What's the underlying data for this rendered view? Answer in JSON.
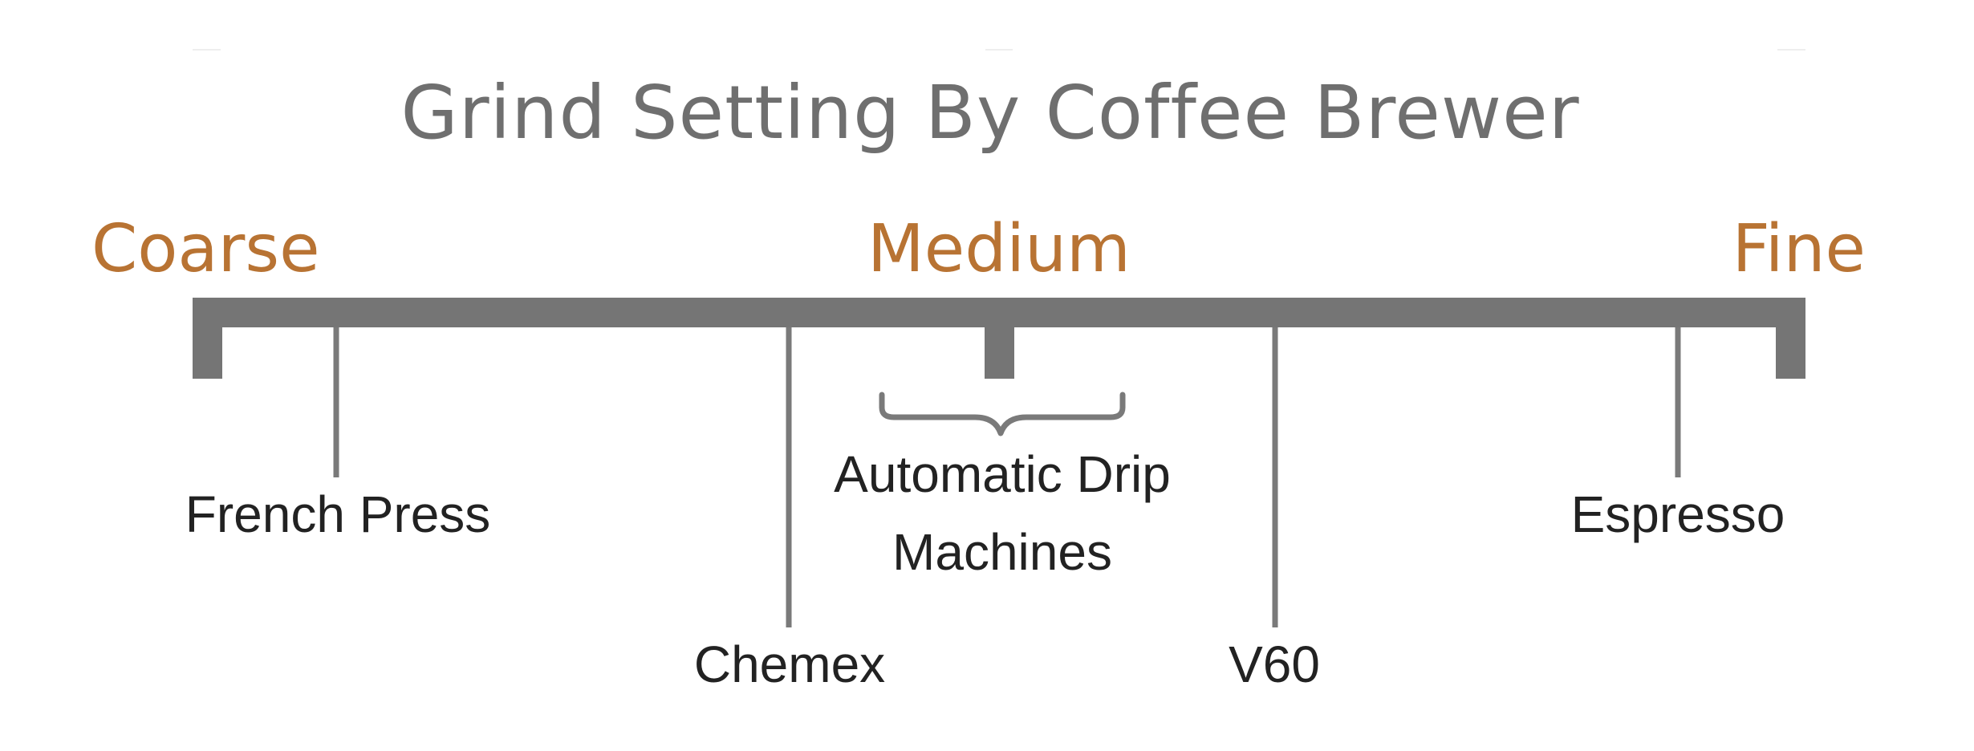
{
  "title": "Grind Setting By Coffee Brewer",
  "colors": {
    "title": "#6f6f6f",
    "scale_label": "#b87333",
    "bar": "#757575",
    "brewer_text": "#222222"
  },
  "scale": {
    "left_label": "Coarse",
    "middle_label": "Medium",
    "right_label": "Fine"
  },
  "brewers": {
    "french_press": "French Press",
    "chemex": "Chemex",
    "drip_line1": "Automatic Drip",
    "drip_line2": "Machines",
    "v60": "V60",
    "espresso": "Espresso"
  }
}
